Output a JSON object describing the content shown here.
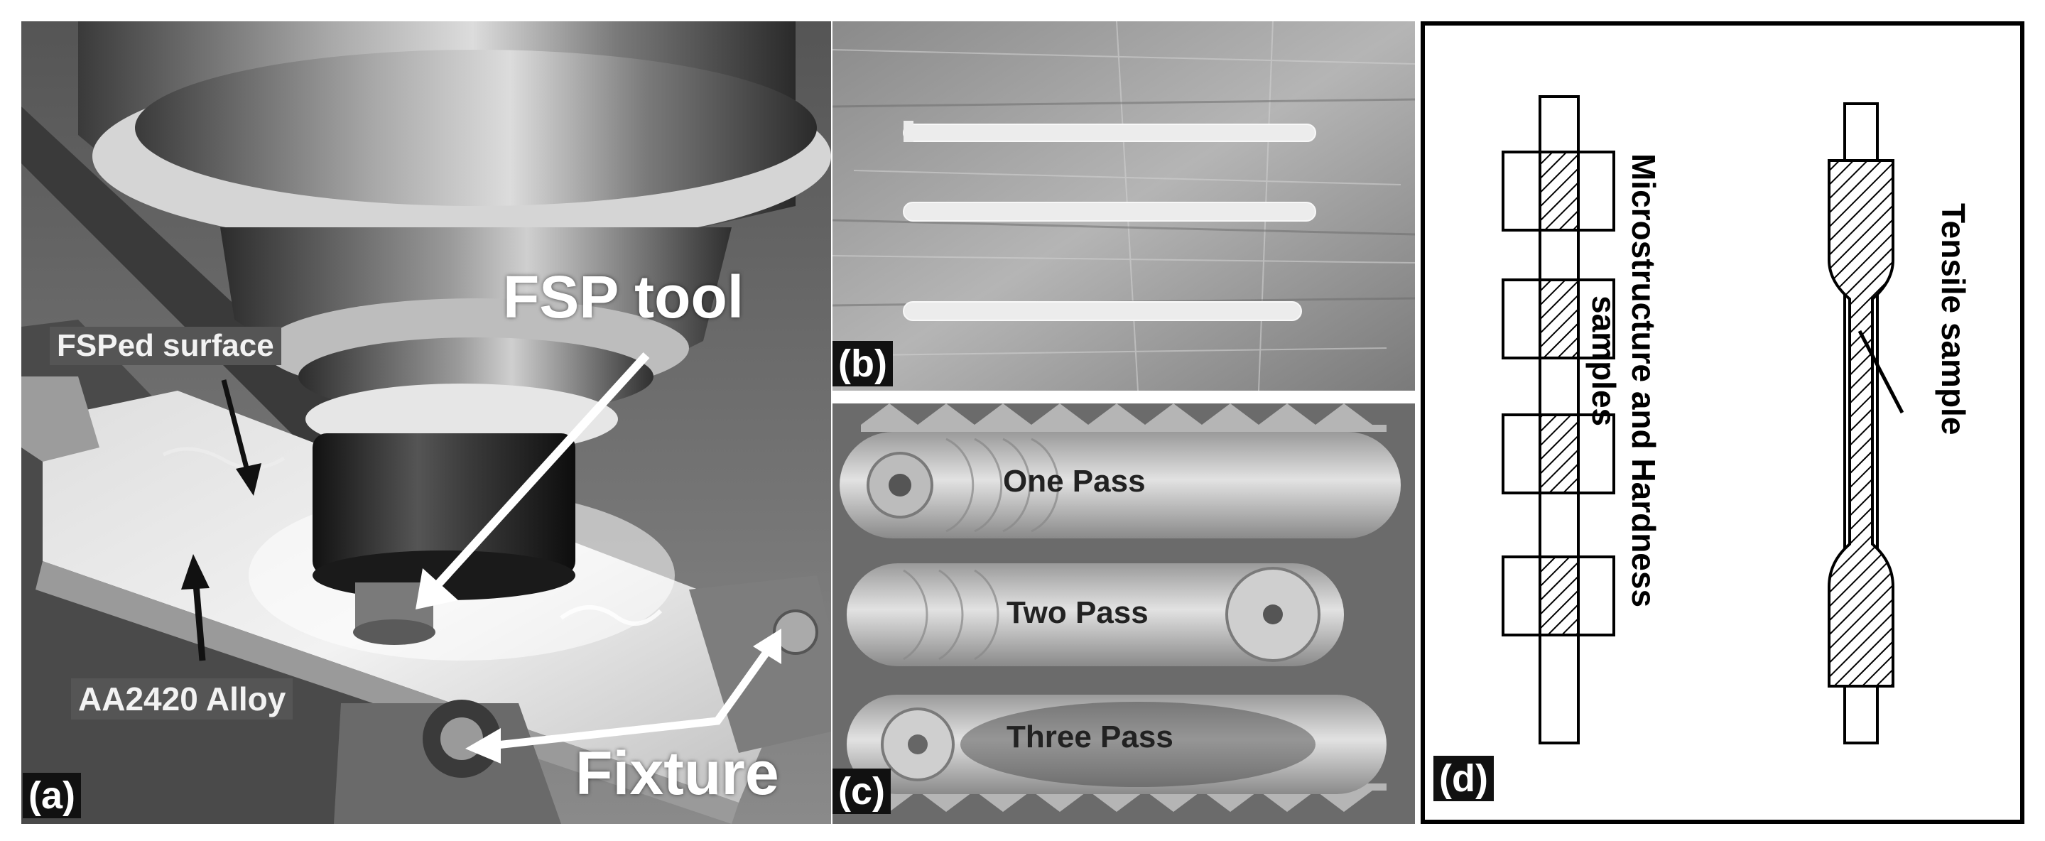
{
  "panel_a": {
    "tag": "(a)",
    "tool_label": "FSP tool",
    "surface_label": "FSPed surface",
    "alloy_label": "AA2420 Alloy",
    "fixture_label": "Fixture"
  },
  "panel_b": {
    "tag": "(b)"
  },
  "panel_c": {
    "tag": "(c)",
    "pass_labels": [
      "One Pass",
      "Two Pass",
      "Three Pass"
    ]
  },
  "panel_d": {
    "tag": "(d)",
    "micro_label_line1": "Microstructure  and Hardness",
    "micro_label_line2": "samples",
    "tensile_label": "Tensile sample"
  }
}
